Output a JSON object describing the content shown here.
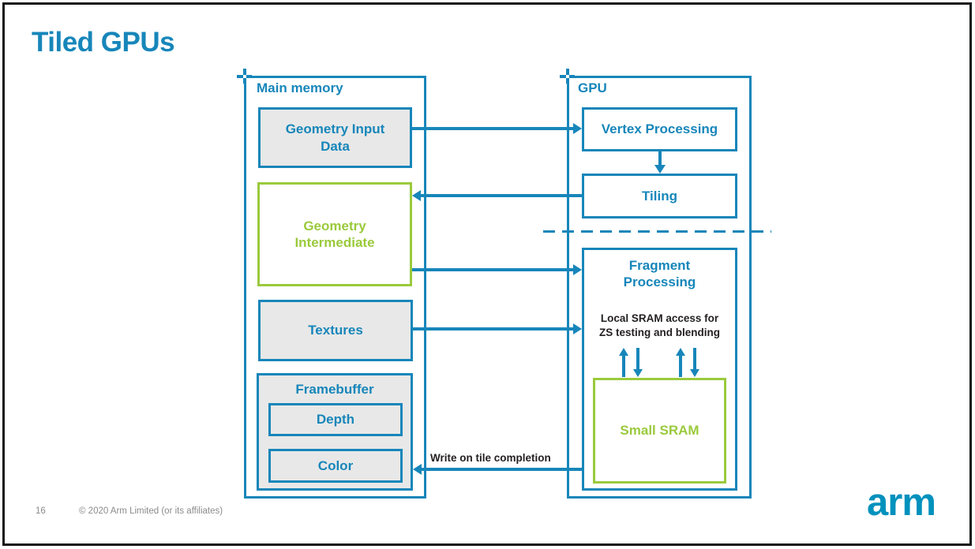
{
  "slide": {
    "title": "Tiled GPUs",
    "footer": {
      "page_number": "16",
      "copyright": "© 2020 Arm Limited (or its affiliates)"
    },
    "logo_text": "arm"
  },
  "colors": {
    "blue": "#1786ba",
    "green": "#9aca3c",
    "gray_fill": "#e8e8e8",
    "black_text": "#231f20",
    "footer_gray": "#8b8b8e",
    "logo_blue": "#0091bd"
  },
  "diagram": {
    "main_memory": {
      "label": "Main memory",
      "boxes": {
        "geometry_input": "Geometry Input Data",
        "geometry_intermediate": "Geometry Intermediate",
        "textures": "Textures",
        "framebuffer": "Framebuffer",
        "depth": "Depth",
        "color": "Color"
      }
    },
    "gpu": {
      "label": "GPU",
      "boxes": {
        "vertex_processing": "Vertex Processing",
        "tiling": "Tiling",
        "fragment_processing": "Fragment Processing",
        "small_sram": "Small SRAM"
      },
      "sram_note": "Local SRAM access for ZS testing and blending"
    },
    "arrow_labels": {
      "write_on_tile": "Write on tile completion"
    }
  }
}
